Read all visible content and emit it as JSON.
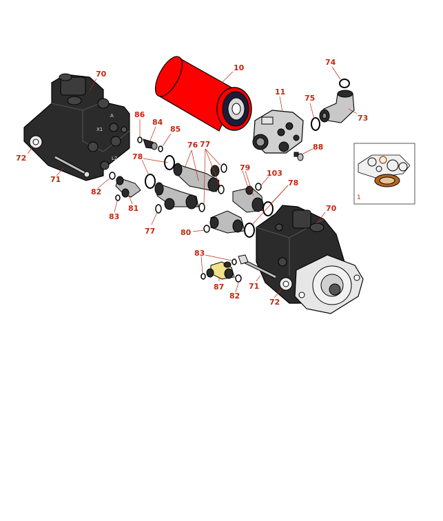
{
  "callouts": {
    "c70a": "70",
    "c10": "10",
    "c74": "74",
    "c11": "11",
    "c75": "75",
    "c73": "73",
    "c86": "86",
    "c84": "84",
    "c85": "85",
    "c72a": "72",
    "c76": "76",
    "c77a": "77",
    "c88": "88",
    "c78a": "78",
    "c71a": "71",
    "c79": "79",
    "c103": "103",
    "c82a": "82",
    "c78b": "78",
    "c81": "81",
    "c83a": "83",
    "c70b": "70",
    "c77b": "77",
    "c80": "80",
    "c83b": "83",
    "c87": "87",
    "c71b": "71",
    "c82b": "82",
    "c72b": "72"
  },
  "kit": {
    "label": "1"
  },
  "colors": {
    "callout": "#c4260f",
    "filter": "#ff0000",
    "pump_body": "#2b2b2b",
    "fitting": "#8a8a8a",
    "brass_fitting": "#f2e08a",
    "kit_gasket": "#b5651d"
  }
}
